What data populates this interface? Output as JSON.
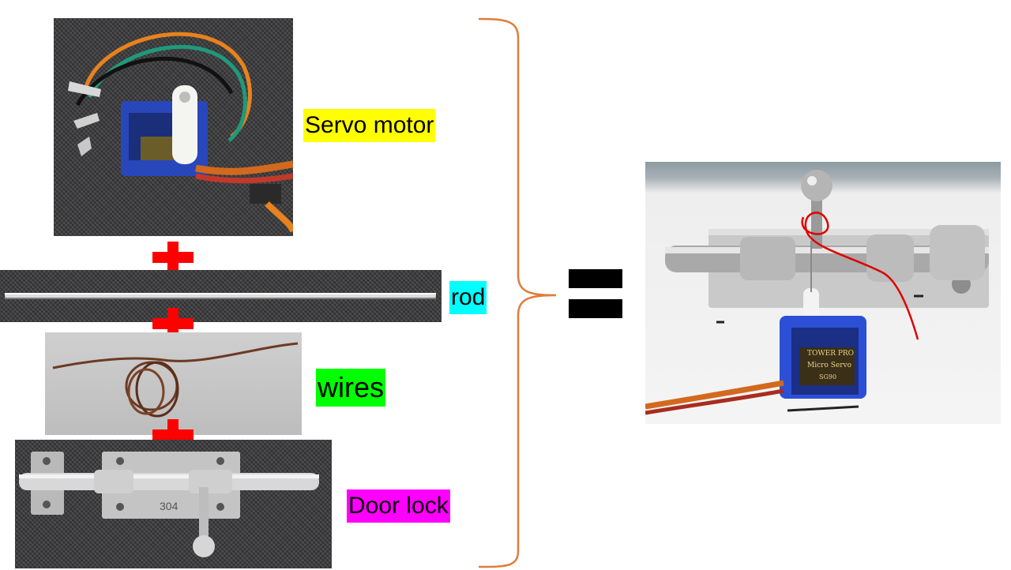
{
  "labels": {
    "servo": "Servo motor",
    "rod": "rod",
    "wires": "wires",
    "lock": "Door lock"
  },
  "label_colors": {
    "servo": "#ffff00",
    "rod": "#00ffff",
    "wires": "#00ff00",
    "lock": "#ff00ff"
  },
  "photo_text": {
    "lock_stamp": "304",
    "servo_brand": "TOWER PRO",
    "servo_model": "Micro Servo",
    "servo_code": "SG90"
  },
  "colors": {
    "plus": "#ff0000",
    "brace": "#e07b39",
    "equals": "#000000"
  }
}
